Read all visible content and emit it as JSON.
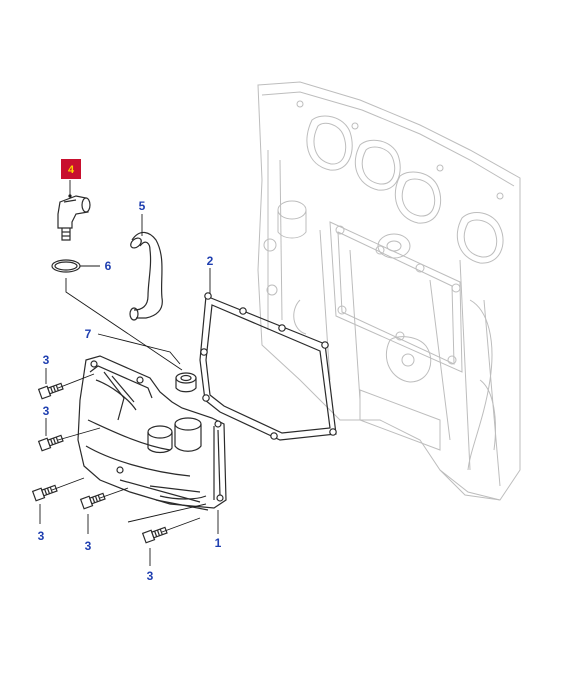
{
  "diagram": {
    "callouts": [
      {
        "id": "c4",
        "text": "4",
        "highlighted": true
      },
      {
        "id": "c5",
        "text": "5"
      },
      {
        "id": "c6",
        "text": "6"
      },
      {
        "id": "c2",
        "text": "2"
      },
      {
        "id": "c7",
        "text": "7"
      },
      {
        "id": "c3a",
        "text": "3"
      },
      {
        "id": "c3b",
        "text": "3"
      },
      {
        "id": "c3c",
        "text": "3"
      },
      {
        "id": "c3d",
        "text": "3"
      },
      {
        "id": "c3e",
        "text": "3"
      },
      {
        "id": "c1",
        "text": "1"
      }
    ],
    "colors": {
      "callout_text": "#1f3fb0",
      "highlight_fill": "#c8102e",
      "highlight_text": "#ffd400",
      "engine_lines": "#bdbdbd",
      "part_lines": "#2b2b2b"
    }
  }
}
